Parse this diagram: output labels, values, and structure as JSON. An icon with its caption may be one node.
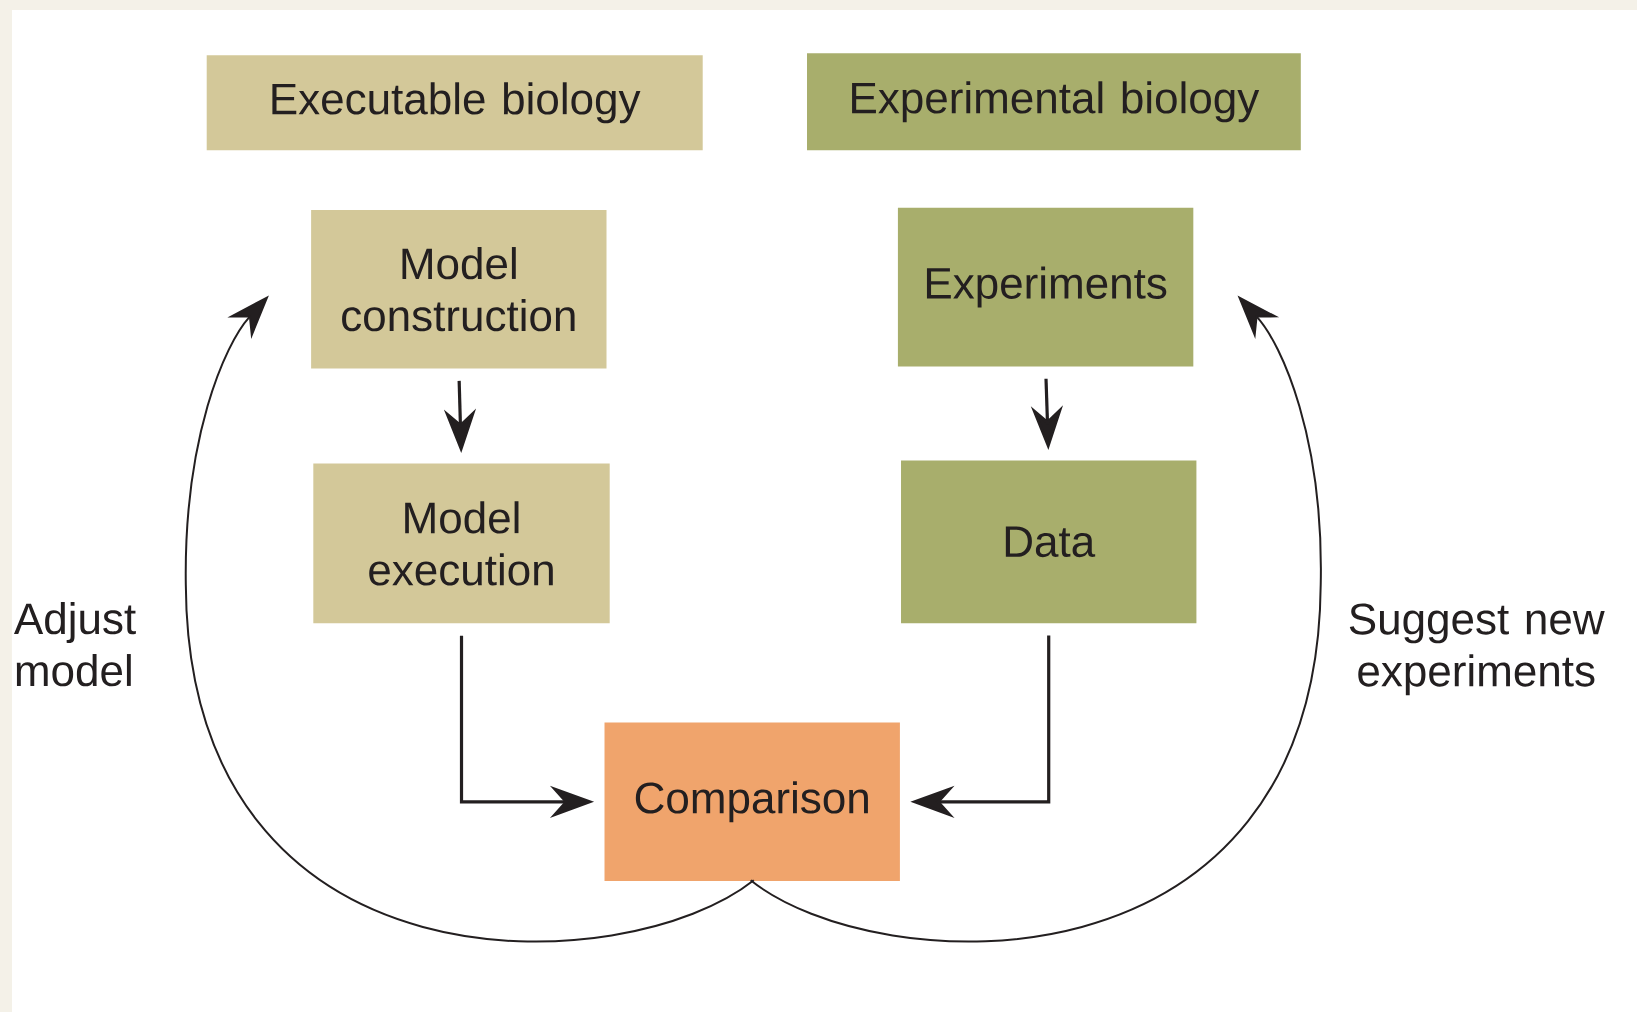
{
  "diagram": {
    "nodes": [
      {
        "text": [
          "Executable biology"
        ]
      },
      {
        "text": [
          "Experimental biology"
        ]
      },
      {
        "text": [
          "Model construction"
        ]
      },
      {
        "text": [
          "Experiments"
        ]
      },
      {
        "text": [
          "Model execution"
        ]
      },
      {
        "text": [
          "Data"
        ]
      },
      {
        "text": [
          "Comparison"
        ]
      }
    ],
    "edges": [
      {
        "from": 2,
        "to": 4,
        "arrow": "to"
      },
      {
        "from": 3,
        "to": 5,
        "arrow": "to"
      },
      {
        "from": 4,
        "to": 6,
        "arrow": "to"
      },
      {
        "from": 5,
        "to": 6,
        "arrow": "to"
      },
      {
        "from": 6,
        "to": 2,
        "arrow": "to",
        "label": "Adjust model"
      },
      {
        "from": 6,
        "to": 3,
        "arrow": "to",
        "label": "Suggest new experiments"
      }
    ]
  }
}
